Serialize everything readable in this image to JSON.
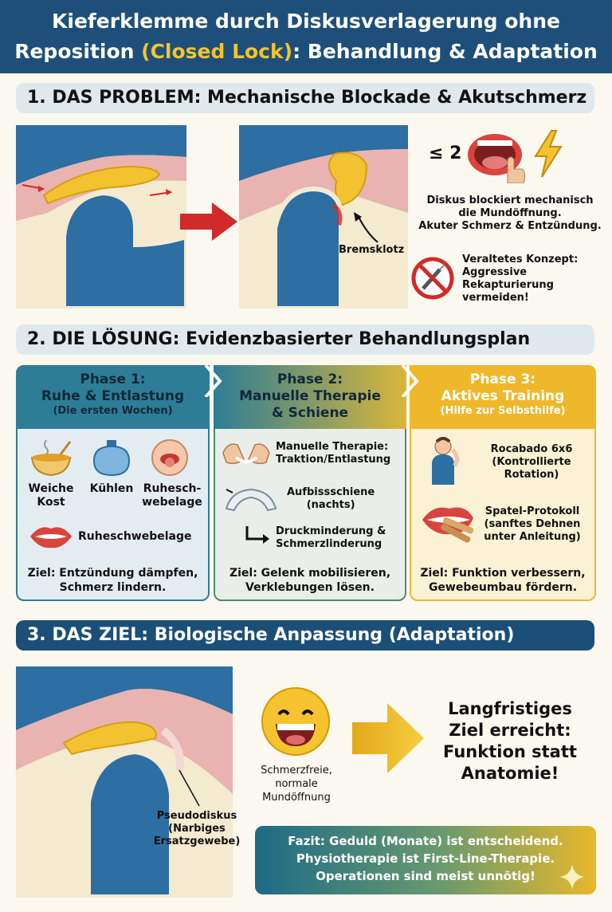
{
  "header": {
    "title_line1": "Kieferklemme durch Diskusverlagerung ohne",
    "title_line2_pre": "Reposition ",
    "title_line2_hl": "(Closed Lock)",
    "title_line2_post": ": Behandlung & Adaptation"
  },
  "section1": {
    "heading": "1. DAS PROBLEM: Mechanische Blockade & Akutschmerz",
    "bremsklotz": "Bremsklotz",
    "opening_value": "≤ 2",
    "desc_line1": "Diskus blockiert mechanisch",
    "desc_line2": "die Mundöffnung.",
    "desc_line3": "Akuter Schmerz & Entzündung.",
    "warning_line1": "Veraltetes Konzept:",
    "warning_line2": "Aggressive",
    "warning_line3": "Rekapturierung",
    "warning_line4": "vermeiden!"
  },
  "section2": {
    "heading": "2. DIE LÖSUNG: Evidenzbasierter Behandlungsplan",
    "phase1": {
      "title1": "Phase 1:",
      "title2": "Ruhe & Entlastung",
      "sub": "(Die ersten Wochen)",
      "item1_l1": "Weiche",
      "item1_l2": "Kost",
      "item2": "Kühlen",
      "item3_l1": "Ruhesch-",
      "item3_l2": "webelage",
      "item4": "Ruheschwebelage",
      "goal1": "Ziel: Entzündung dämpfen,",
      "goal2": "Schmerz lindern."
    },
    "phase2": {
      "title1": "Phase 2:",
      "title2": "Manuelle Therapie",
      "title3": "& Schiene",
      "item1_l1": "Manuelle Therapie:",
      "item1_l2": "Traktion/Entlastung",
      "item2_l1": "Aufbissschiene",
      "item2_l2": "(nachts)",
      "item3_l1": "Druckminderung &",
      "item3_l2": "Schmerzlinderung",
      "goal1": "Ziel: Gelenk mobilisieren,",
      "goal2": "Verklebungen lösen."
    },
    "phase3": {
      "title1": "Phase 3:",
      "title2": "Aktives Training",
      "sub": "(Hilfe zur Selbsthilfe)",
      "item1_l1": "Rocabado 6x6",
      "item1_l2": "(Kontrollierte",
      "item1_l3": "Rotation)",
      "item2_l1": "Spatel-Protokoll",
      "item2_l2": "(sanftes Dehnen",
      "item2_l3": "unter Anleitung)",
      "goal1": "Ziel: Funktion verbessern,",
      "goal2": "Gewebeumbau fördern."
    }
  },
  "section3": {
    "heading": "3. DAS ZIEL: Biologische Anpassung (Adaptation)",
    "pseudo_l1": "Pseudodiskus",
    "pseudo_l2": "(Narbiges",
    "pseudo_l3": "Ersatzgewebe)",
    "smile_l1": "Schmerzfreie,",
    "smile_l2": "normale",
    "smile_l3": "Mundöffnung",
    "goal_l1": "Langfristiges",
    "goal_l2": "Ziel erreicht:",
    "goal_l3": "Funktion statt",
    "goal_l4": "Anatomie!",
    "fazit_l1": "Fazit: Geduld (Monate) ist entscheidend.",
    "fazit_l2": "Physiotherapie ist First-Line-Therapie.",
    "fazit_l3": "Operationen sind meist unnötig!"
  },
  "colors": {
    "navy": "#1e4f7a",
    "bone_blue": "#2d6ea3",
    "disc_yellow": "#f2c230",
    "tissue_pink": "#e8b3b0",
    "arrow_red": "#d12a2a",
    "teal": "#2e7d96",
    "gold": "#eeb82a"
  }
}
